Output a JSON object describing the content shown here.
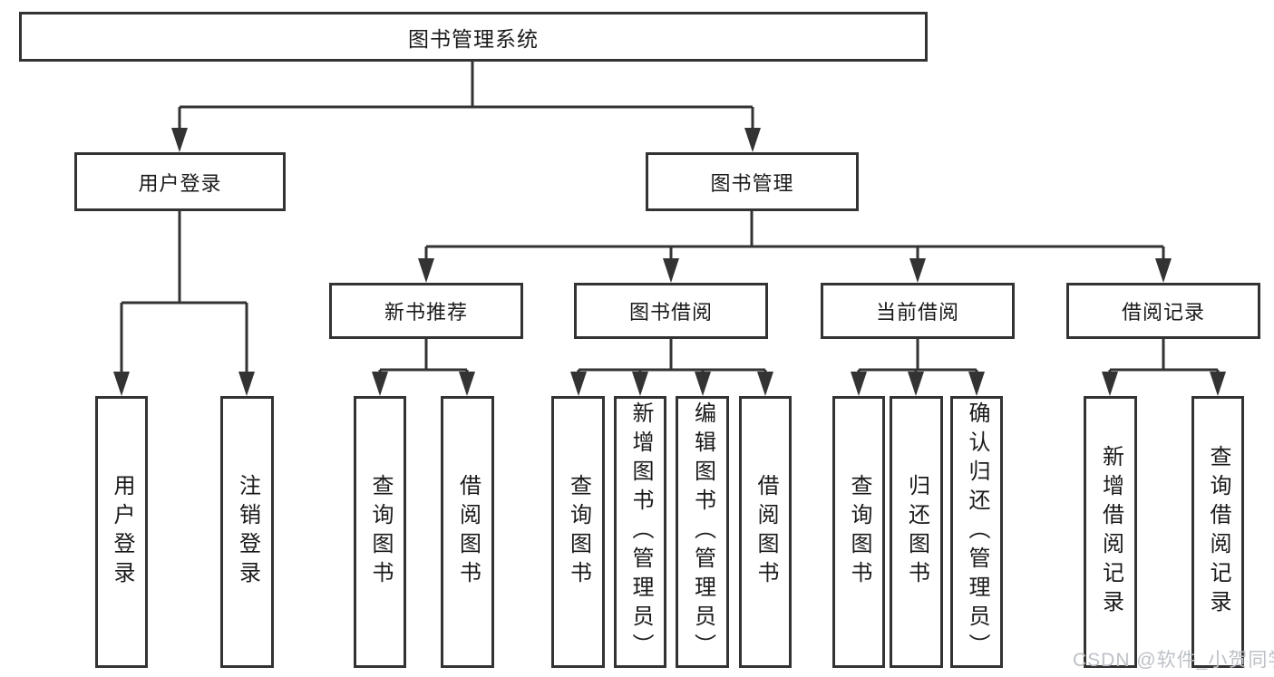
{
  "title": "图书管理系统",
  "watermark": "CSDN @软件_小贺同学",
  "colors": {
    "line": "#333333",
    "box_border": "#333333",
    "text": "#1a1a1a",
    "watermark": "#bdc1c7",
    "background": "#ffffff"
  },
  "tree": {
    "root": {
      "label": "图书管理系统"
    },
    "level2": [
      {
        "label": "用户登录"
      },
      {
        "label": "图书管理"
      }
    ],
    "level3": [
      {
        "label": "新书推荐"
      },
      {
        "label": "图书借阅"
      },
      {
        "label": "当前借阅"
      },
      {
        "label": "借阅记录"
      }
    ],
    "leaves": [
      {
        "label": "用户登录"
      },
      {
        "label": "注销登录"
      },
      {
        "label": "查询图书"
      },
      {
        "label": "借阅图书"
      },
      {
        "label": "查询图书"
      },
      {
        "label": "新增图书（管理员）"
      },
      {
        "label": "编辑图书（管理员）"
      },
      {
        "label": "借阅图书"
      },
      {
        "label": "查询图书"
      },
      {
        "label": "归还图书"
      },
      {
        "label": "确认归还（管理员）"
      },
      {
        "label": "新增借阅记录"
      },
      {
        "label": "查询借阅记录"
      }
    ]
  }
}
